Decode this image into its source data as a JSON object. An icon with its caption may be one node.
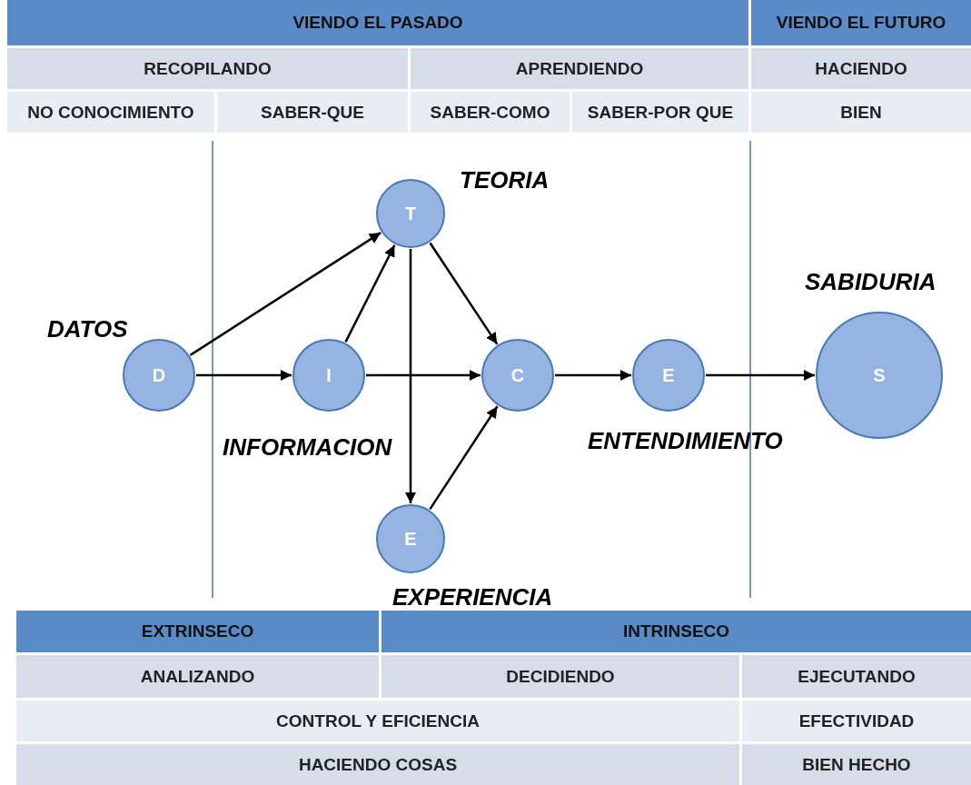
{
  "diagram": {
    "nodes": [
      {
        "text": [
          "D"
        ],
        "beside": [
          "DATOS"
        ]
      },
      {
        "text": [
          "I"
        ],
        "beside": [
          "INFORMACION"
        ]
      },
      {
        "text": [
          "T"
        ],
        "beside": [
          "TEORIA"
        ]
      },
      {
        "text": [
          "C"
        ]
      },
      {
        "text": [
          "E"
        ],
        "beside": [
          "ENTENDIMIENTO"
        ]
      },
      {
        "text": [
          "E"
        ],
        "beside": [
          "EXPERIENCIA"
        ]
      },
      {
        "text": [
          "S"
        ],
        "beside": [
          "SABIDURIA"
        ]
      }
    ],
    "edges": [
      {
        "from": 0,
        "to": 2,
        "arrow": "to"
      },
      {
        "from": 0,
        "to": 1,
        "arrow": "to"
      },
      {
        "from": 1,
        "to": 2,
        "arrow": "to"
      },
      {
        "from": 1,
        "to": 3,
        "arrow": "to"
      },
      {
        "from": 2,
        "to": 3,
        "arrow": "to"
      },
      {
        "from": 2,
        "to": 5,
        "arrow": "to"
      },
      {
        "from": 5,
        "to": 3,
        "arrow": "to"
      },
      {
        "from": 3,
        "to": 4,
        "arrow": "to"
      },
      {
        "from": 4,
        "to": 6,
        "arrow": "to"
      }
    ],
    "labels": [
      "VIENDO EL PASADO",
      "VIENDO EL FUTURO",
      "RECOPILANDO",
      "APRENDIENDO",
      "HACIENDO",
      "NO CONOCIMIENTO",
      "SABER-QUE",
      "SABER-COMO",
      "SABER-POR QUE",
      "BIEN",
      "EXTRINSECO",
      "INTRINSECO",
      "ANALIZANDO",
      "DECIDIENDO",
      "EJECUTANDO",
      "CONTROL Y EFICIENCIA",
      "EFECTIVIDAD",
      "HACIENDO COSAS",
      "BIEN HECHO"
    ]
  }
}
